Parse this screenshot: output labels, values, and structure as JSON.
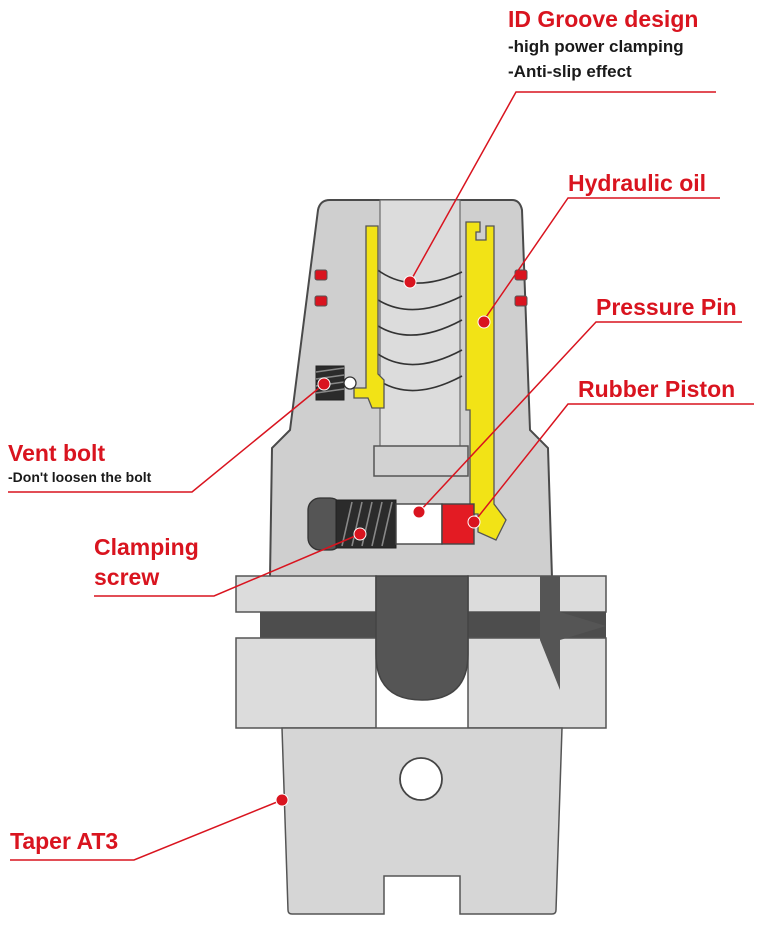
{
  "colors": {
    "accent": "#d9141f",
    "body_gray": "#cfcfcf",
    "outline": "#4a4a4a",
    "dark": "#555555",
    "oil": "#f2e316",
    "text": "#1a1a1a"
  },
  "callouts": {
    "id_groove": {
      "title": "ID Groove design",
      "line1": "-high power clamping",
      "line2": "-Anti-slip effect"
    },
    "hydraulic_oil": {
      "title": "Hydraulic oil"
    },
    "pressure_pin": {
      "title": "Pressure Pin"
    },
    "rubber_piston": {
      "title": "Rubber Piston"
    },
    "vent_bolt": {
      "title": "Vent bolt",
      "note": "-Don't loosen the bolt"
    },
    "clamping_screw": {
      "title_line1": "Clamping",
      "title_line2": "screw"
    },
    "taper": {
      "title": "Taper AT3"
    }
  }
}
